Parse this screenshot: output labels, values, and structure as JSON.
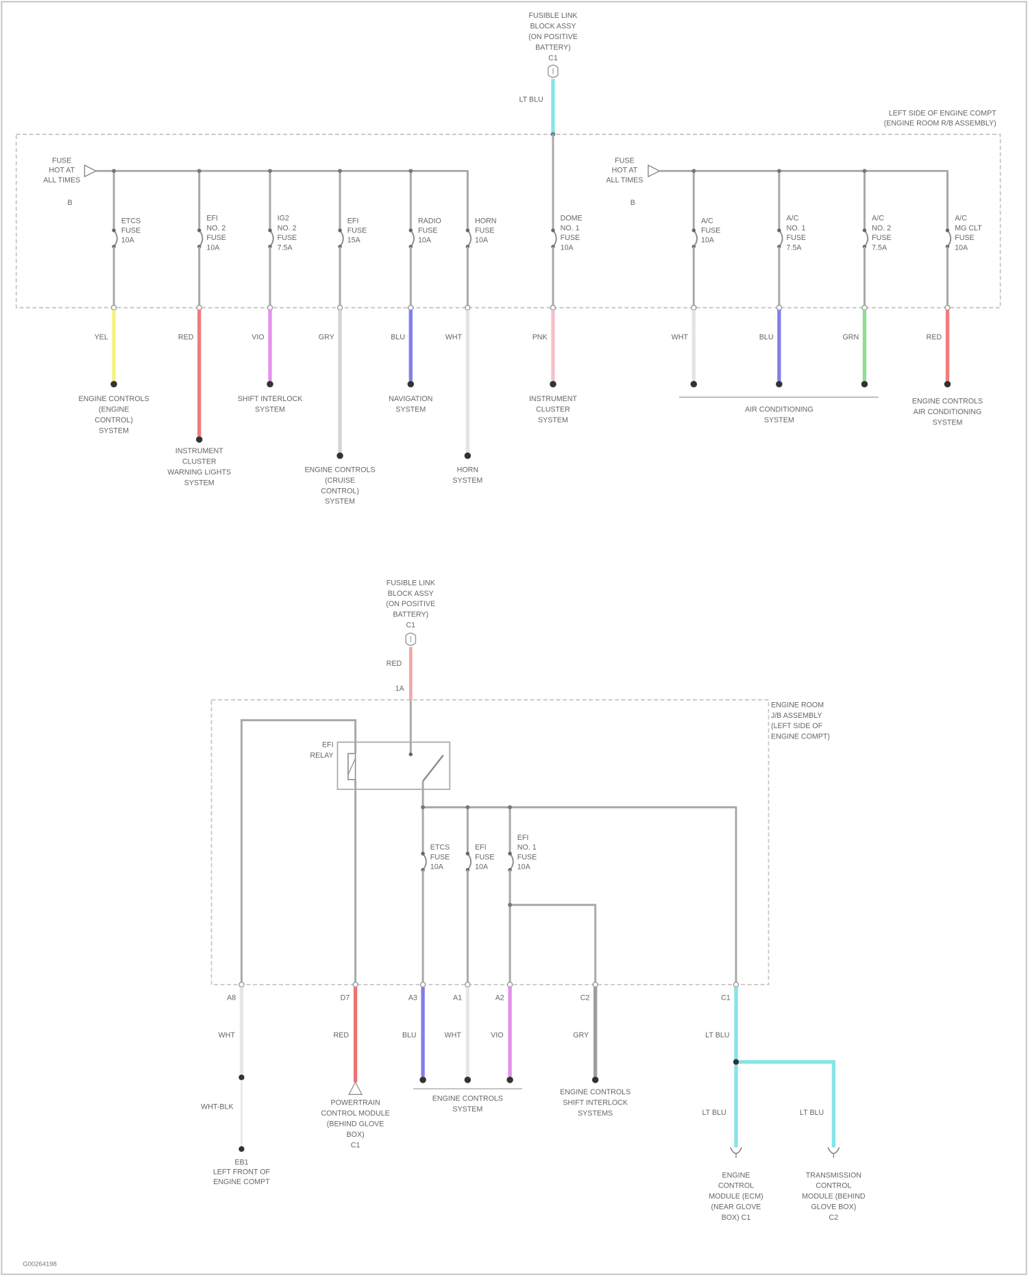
{
  "diagram": {
    "figure_id": "G00264198",
    "top": {
      "source": {
        "label": [
          "FUSIBLE LINK",
          "BLOCK ASSY",
          "(ON POSITIVE",
          "BATTERY)",
          "C1"
        ],
        "wire_label": "LT BLU",
        "wire_color": "#86e4e6"
      },
      "box_label": [
        "LEFT SIDE OF ENGINE COMPT",
        "(ENGINE ROOM R/B ASSEMBLY)"
      ],
      "inputs": [
        {
          "label": [
            "FUSE",
            "HOT AT",
            "ALL TIMES"
          ],
          "note": "B"
        },
        {
          "label": [
            "FUSE",
            "HOT AT",
            "ALL TIMES"
          ],
          "note": "B"
        }
      ],
      "circuits": [
        {
          "fuse": [
            "ETCS",
            "FUSE",
            "10A"
          ],
          "wire_label": "YEL",
          "wire_color": "#f3f37c",
          "system": [
            "ENGINE CONTROLS",
            "(ENGINE",
            "CONTROL)",
            "SYSTEM"
          ]
        },
        {
          "fuse": [
            "EFI",
            "NO. 2",
            "FUSE",
            "10A"
          ],
          "wire_label": "RED",
          "wire_color": "#f07c7c",
          "system": [
            "INSTRUMENT",
            "CLUSTER",
            "WARNING LIGHTS",
            "SYSTEM"
          ]
        },
        {
          "fuse": [
            "IG2",
            "NO. 2",
            "FUSE",
            "7.5A"
          ],
          "wire_label": "VIO",
          "wire_color": "#e590ea",
          "system": [
            "SHIFT INTERLOCK",
            "SYSTEM"
          ]
        },
        {
          "fuse": [
            "EFI",
            "FUSE",
            "15A"
          ],
          "wire_label": "GRY",
          "wire_color": "#d4d4d4",
          "system": [
            "ENGINE CONTROLS",
            "(CRUISE",
            "CONTROL)",
            "SYSTEM"
          ]
        },
        {
          "fuse": [
            "RADIO",
            "FUSE",
            "10A"
          ],
          "wire_label": "BLU",
          "wire_color": "#8080ea",
          "system": [
            "NAVIGATION",
            "SYSTEM"
          ]
        },
        {
          "fuse": [
            "HORN",
            "FUSE",
            "10A"
          ],
          "wire_label": "WHT",
          "wire_color": "#e4e4e4",
          "system": [
            "HORN",
            "SYSTEM"
          ]
        },
        {
          "fuse": [
            "DOME",
            "NO. 1",
            "FUSE",
            "10A"
          ],
          "wire_label": "PNK",
          "wire_color": "#f5c2ca",
          "system": [
            "INSTRUMENT",
            "CLUSTER",
            "SYSTEM"
          ]
        },
        {
          "fuse": [
            "A/C",
            "FUSE",
            "10A"
          ],
          "wire_label": "WHT",
          "wire_color": "#e4e4e4"
        },
        {
          "fuse": [
            "A/C",
            "NO. 1",
            "FUSE",
            "7.5A"
          ],
          "wire_label": "BLU",
          "wire_color": "#8080ea"
        },
        {
          "fuse": [
            "A/C",
            "NO. 2",
            "FUSE",
            "7.5A"
          ],
          "wire_label": "GRN",
          "wire_color": "#90de90"
        },
        {
          "fuse": [
            "A/C",
            "MG CLT",
            "FUSE",
            "10A"
          ],
          "wire_label": "RED",
          "wire_color": "#f07c7c",
          "system": [
            "ENGINE CONTROLS",
            "AIR CONDITIONING",
            "SYSTEM"
          ]
        }
      ],
      "shared_system": [
        "AIR CONDITIONING",
        "SYSTEM"
      ]
    },
    "bottom": {
      "source": {
        "label": [
          "FUSIBLE LINK",
          "BLOCK ASSY",
          "(ON POSITIVE",
          "BATTERY)",
          "C1"
        ],
        "wire_label": "RED",
        "wire_color": "#f3a6a6",
        "pin": "1A"
      },
      "box_label": [
        "ENGINE ROOM",
        "J/B ASSEMBLY",
        "(LEFT SIDE OF",
        "ENGINE COMPT)"
      ],
      "relay": {
        "label": [
          "EFI",
          "RELAY"
        ]
      },
      "fuses": [
        {
          "label": [
            "ETCS",
            "FUSE",
            "10A"
          ]
        },
        {
          "label": [
            "EFI",
            "FUSE",
            "10A"
          ]
        },
        {
          "label": [
            "EFI",
            "NO. 1",
            "FUSE",
            "10A"
          ]
        }
      ],
      "outputs": [
        {
          "pin": "A8",
          "wire_label": "WHT",
          "wire_color": "#e6e6e6",
          "lower_wire_label": "WHT-BLK",
          "ground": [
            "EB1",
            "LEFT FRONT OF",
            "ENGINE COMPT"
          ]
        },
        {
          "pin": "D7",
          "wire_label": "RED",
          "wire_color": "#ee7272",
          "component": [
            "POWERTRAIN",
            "CONTROL MODULE",
            "(BEHIND GLOVE",
            "BOX)",
            "C1"
          ]
        },
        {
          "pin": "A3",
          "wire_label": "BLU",
          "wire_color": "#7e7eea"
        },
        {
          "pin": "A1",
          "wire_label": "WHT",
          "wire_color": "#e6e6e6"
        },
        {
          "pin": "A2",
          "wire_label": "VIO",
          "wire_color": "#e590ea"
        },
        {
          "pin": "C2",
          "wire_label": "GRY",
          "wire_color": "#9e9e9e",
          "system": [
            "ENGINE CONTROLS",
            "SHIFT INTERLOCK",
            "SYSTEMS"
          ]
        },
        {
          "pin": "C1",
          "wire_label": "LT BLU",
          "wire_color": "#86e4e6",
          "branch_labels": [
            "LT BLU",
            "LT BLU"
          ],
          "components": [
            [
              "ENGINE",
              "CONTROL",
              "MODULE (ECM)",
              "(NEAR GLOVE",
              "BOX) C1"
            ],
            [
              "TRANSMISSION",
              "CONTROL",
              "MODULE (BEHIND",
              "GLOVE BOX)",
              "C2"
            ]
          ]
        }
      ],
      "shared_system": [
        "ENGINE CONTROLS",
        "SYSTEM"
      ]
    }
  }
}
